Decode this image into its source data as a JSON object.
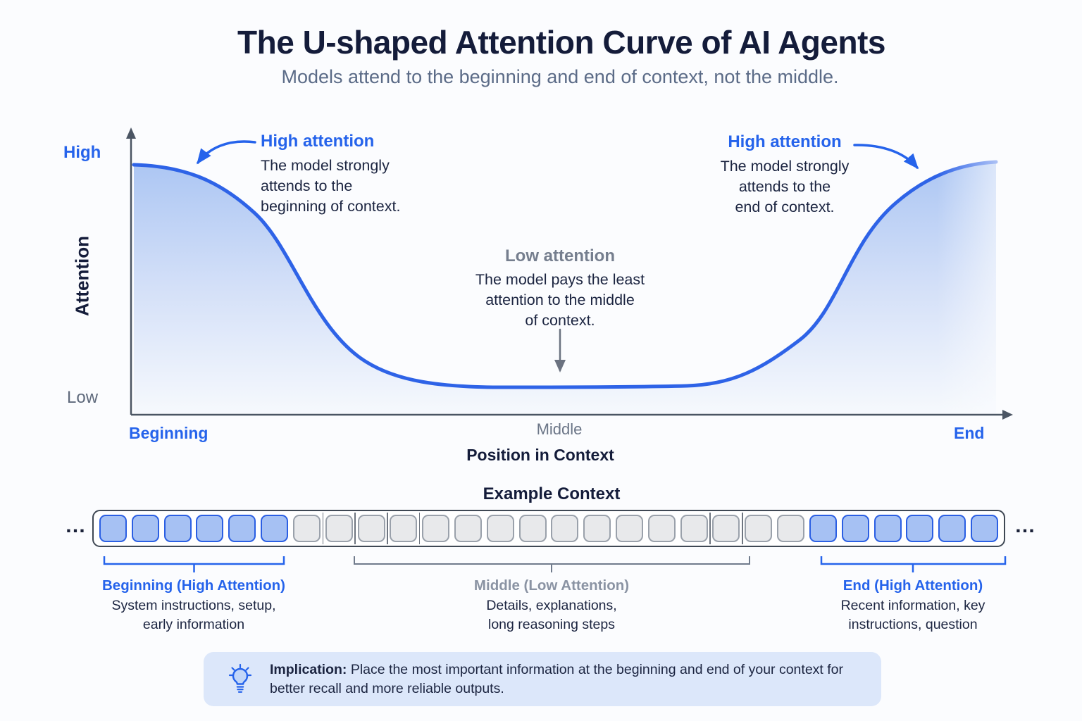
{
  "header": {
    "title": "The U-shaped Attention Curve of AI Agents",
    "subtitle": "Models attend to the beginning and end of context, not the middle."
  },
  "chart": {
    "y_axis": {
      "label": "Attention",
      "high": "High",
      "low": "Low"
    },
    "x_axis": {
      "label": "Position in Context",
      "ticks": [
        "Beginning",
        "Middle",
        "End"
      ]
    },
    "annotations": {
      "left": {
        "title": "High attention",
        "lines": [
          "The model strongly",
          "attends to the",
          "beginning of context."
        ]
      },
      "middle": {
        "title": "Low attention",
        "lines": [
          "The model pays the least",
          "attention to the middle",
          "of context."
        ]
      },
      "right": {
        "title": "High attention",
        "lines": [
          "The model strongly",
          "attends to the",
          "end of context."
        ]
      }
    }
  },
  "example_context": {
    "title": "Example Context",
    "ellipsis_left": "…",
    "ellipsis_right": "…",
    "tokens": {
      "segments": [
        {
          "color": "blue",
          "count": 6
        },
        {
          "color": "gray",
          "count": 16
        },
        {
          "color": "blue",
          "count": 6
        }
      ],
      "dividers_after": [
        6,
        7,
        8,
        9,
        18,
        19
      ]
    },
    "groups": [
      {
        "title": "Beginning (High Attention)",
        "lines": [
          "System instructions, setup,",
          "early information"
        ]
      },
      {
        "title": "Middle (Low Attention)",
        "lines": [
          "Details, explanations,",
          "long reasoning steps"
        ]
      },
      {
        "title": "End (High Attention)",
        "lines": [
          "Recent information, key",
          "instructions, question"
        ]
      }
    ]
  },
  "implication": {
    "label": "Implication:",
    "text": "Place the most important information at the beginning and end of your context for better recall and more reliable outputs."
  },
  "colors": {
    "accent_blue": "#2563eb",
    "curve_stroke": "#2e63e7",
    "area_fill_top": "#acc6f3",
    "navy_text": "#141c3a",
    "subtitle_gray": "#5b6b87",
    "gray_text": "#6b7587",
    "muted_gray_title": "#8a93a3",
    "token_blue_fill": "#a6c1f3",
    "token_blue_border": "#2b5fe3",
    "token_gray_fill": "#e8e9eb",
    "token_gray_border": "#9aa1ab",
    "strip_border": "#3f4854",
    "implication_bg": "#dce7fa",
    "axis_gray": "#4b5563",
    "background": "#fbfcfe"
  },
  "chart_data": {
    "type": "area",
    "title": "The U-shaped Attention Curve of AI Agents",
    "xlabel": "Position in Context",
    "ylabel": "Attention",
    "x_ticks": [
      "Beginning",
      "Middle",
      "End"
    ],
    "y_ticks": [
      "Low",
      "High"
    ],
    "x": [
      0,
      0.09,
      0.14,
      0.19,
      0.24,
      0.29,
      0.35,
      0.5,
      0.64,
      0.73,
      0.78,
      0.83,
      0.88,
      0.93,
      1.0
    ],
    "y": [
      0.99,
      0.96,
      0.8,
      0.55,
      0.33,
      0.18,
      0.11,
      0.11,
      0.11,
      0.18,
      0.3,
      0.44,
      0.84,
      0.94,
      1.0
    ],
    "ylim": [
      0,
      1
    ],
    "grid": false,
    "legend": "none",
    "curve_shape": "U-shaped: high attention at beginning and end of context, low in the middle"
  }
}
